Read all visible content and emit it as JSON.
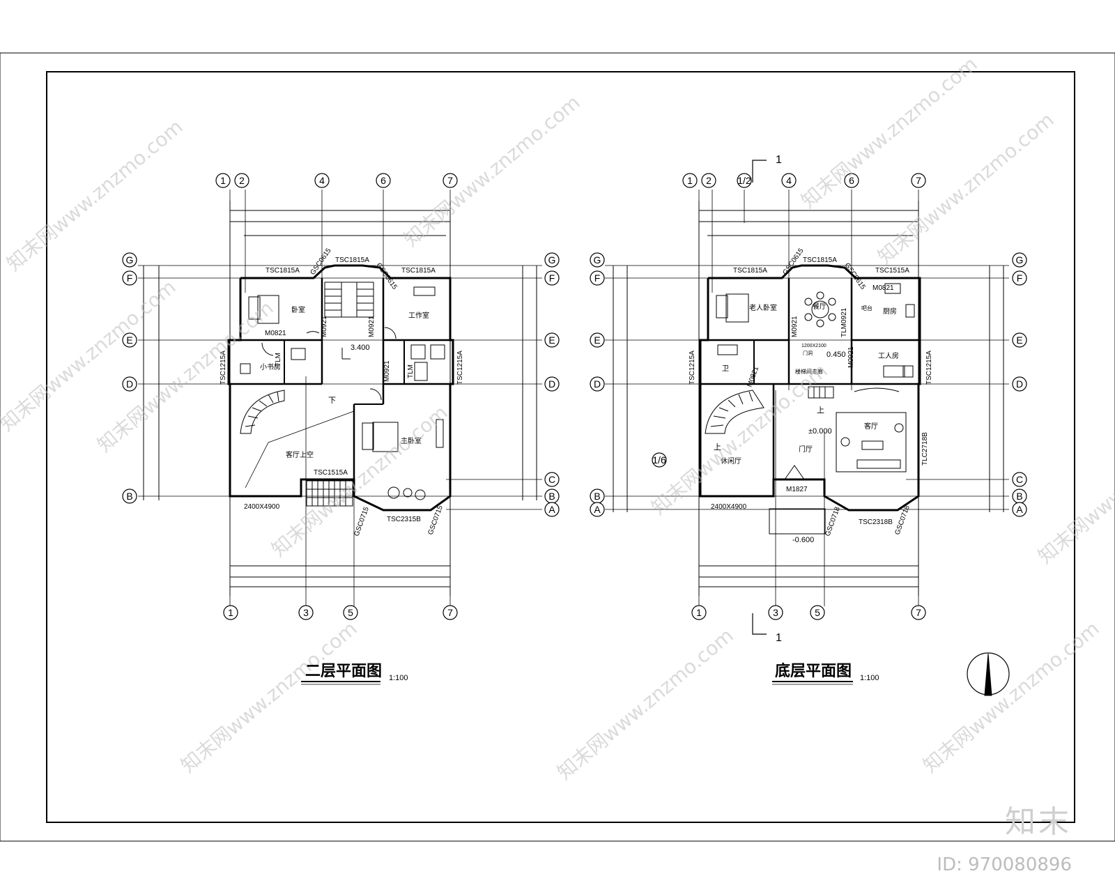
{
  "title_upper": "二层平面图",
  "title_lower": "底层平面图",
  "scale": "1:100",
  "axis_top_left": [
    "1",
    "2",
    "4",
    "6",
    "7"
  ],
  "axis_bottom_left": [
    "1",
    "3",
    "5",
    "7"
  ],
  "axis_top_right": [
    "1",
    "2",
    "1/2",
    "4",
    "6",
    "7"
  ],
  "axis_bottom_right": [
    "1",
    "3",
    "5",
    "7"
  ],
  "axis_rows_left": [
    "G",
    "F",
    "E",
    "D",
    "B"
  ],
  "axis_rows_right": [
    "G",
    "F",
    "E",
    "D",
    "C",
    "B",
    "A"
  ],
  "section_mark": "1",
  "section_ref": "1/6",
  "rooms_upper": {
    "bedroom": "卧室",
    "study": "工作室",
    "small_study": "小书房",
    "master": "主卧室",
    "hall_void": "客厅上空",
    "elev": "3.400",
    "down": "下"
  },
  "rooms_lower": {
    "elderly": "老人卧室",
    "dining": "餐厅",
    "kitchen": "厨房",
    "servant": "工人房",
    "bath": "卫",
    "living": "客厅",
    "lounge": "休闲厅",
    "foyer": "门厅",
    "bar": "吧台",
    "corridor": "楼梯间走廊",
    "elev0": "±0.000",
    "elev1": "0.450",
    "elev2": "-0.600",
    "up": "上",
    "opening": "1200X2100",
    "opening2": "门洞"
  },
  "labels_upper": [
    "TSC1815A",
    "TSC1815A",
    "TSC1815A",
    "GSC0615",
    "GSC0615",
    "M0821",
    "M0921",
    "M0921",
    "M0921",
    "TLM",
    "TLM",
    "TSC1215A",
    "TSC1215A",
    "TSC1515A",
    "2400X4900",
    "GSC0715",
    "TSC2315B",
    "GSC0715"
  ],
  "labels_lower": [
    "TSC1815A",
    "TSC1815A",
    "TSC1515A",
    "GSC0615",
    "GSC0615",
    "M0821",
    "M0921",
    "TLM0921",
    "M0921",
    "M0821",
    "TSC1215A",
    "TSC1215A",
    "TLC2718B",
    "M1827",
    "2400X4900",
    "GSC0718",
    "TSC2318B",
    "GSC0718"
  ],
  "watermark": "知末网www.znzmo.com",
  "brand": "知末",
  "id": "ID: 970080896"
}
